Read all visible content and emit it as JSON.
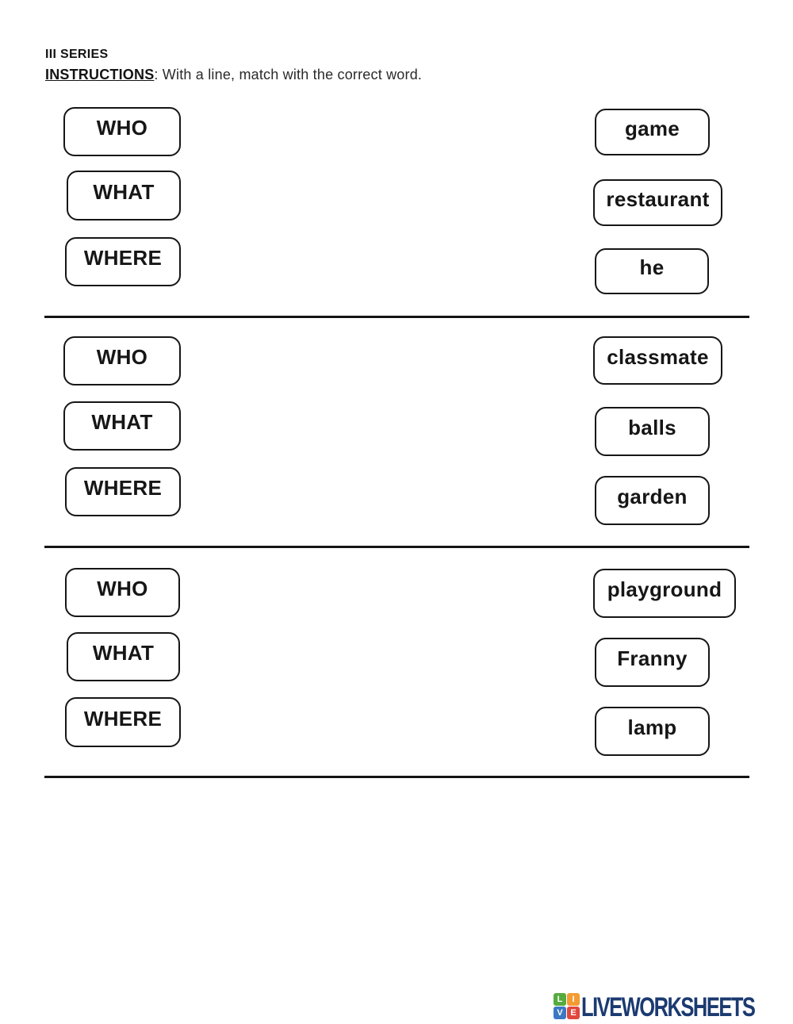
{
  "header": {
    "title": "III SERIES",
    "instructions_label": "INSTRUCTIONS",
    "instructions_text": ": With a line, match with the correct word."
  },
  "sections": [
    {
      "prompts": [
        "WHO",
        "WHAT",
        "WHERE"
      ],
      "answers": [
        "game",
        "restaurant",
        "he"
      ]
    },
    {
      "prompts": [
        "WHO",
        "WHAT",
        "WHERE"
      ],
      "answers": [
        "classmate",
        "balls",
        "garden"
      ]
    },
    {
      "prompts": [
        "WHO",
        "WHAT",
        "WHERE"
      ],
      "answers": [
        "playground",
        "Franny",
        "lamp"
      ]
    }
  ],
  "footer": {
    "logo_tiles": [
      {
        "letter": "L",
        "color": "#56ab3f"
      },
      {
        "letter": "I",
        "color": "#f49b33"
      },
      {
        "letter": "V",
        "color": "#3b78c3"
      },
      {
        "letter": "E",
        "color": "#e0473d"
      }
    ],
    "brand": "LIVEWORKSHEETS",
    "brand_color": "#1b3a70"
  },
  "colors": {
    "box_border": "#161616",
    "divider": "#141414",
    "text": "#161616"
  }
}
